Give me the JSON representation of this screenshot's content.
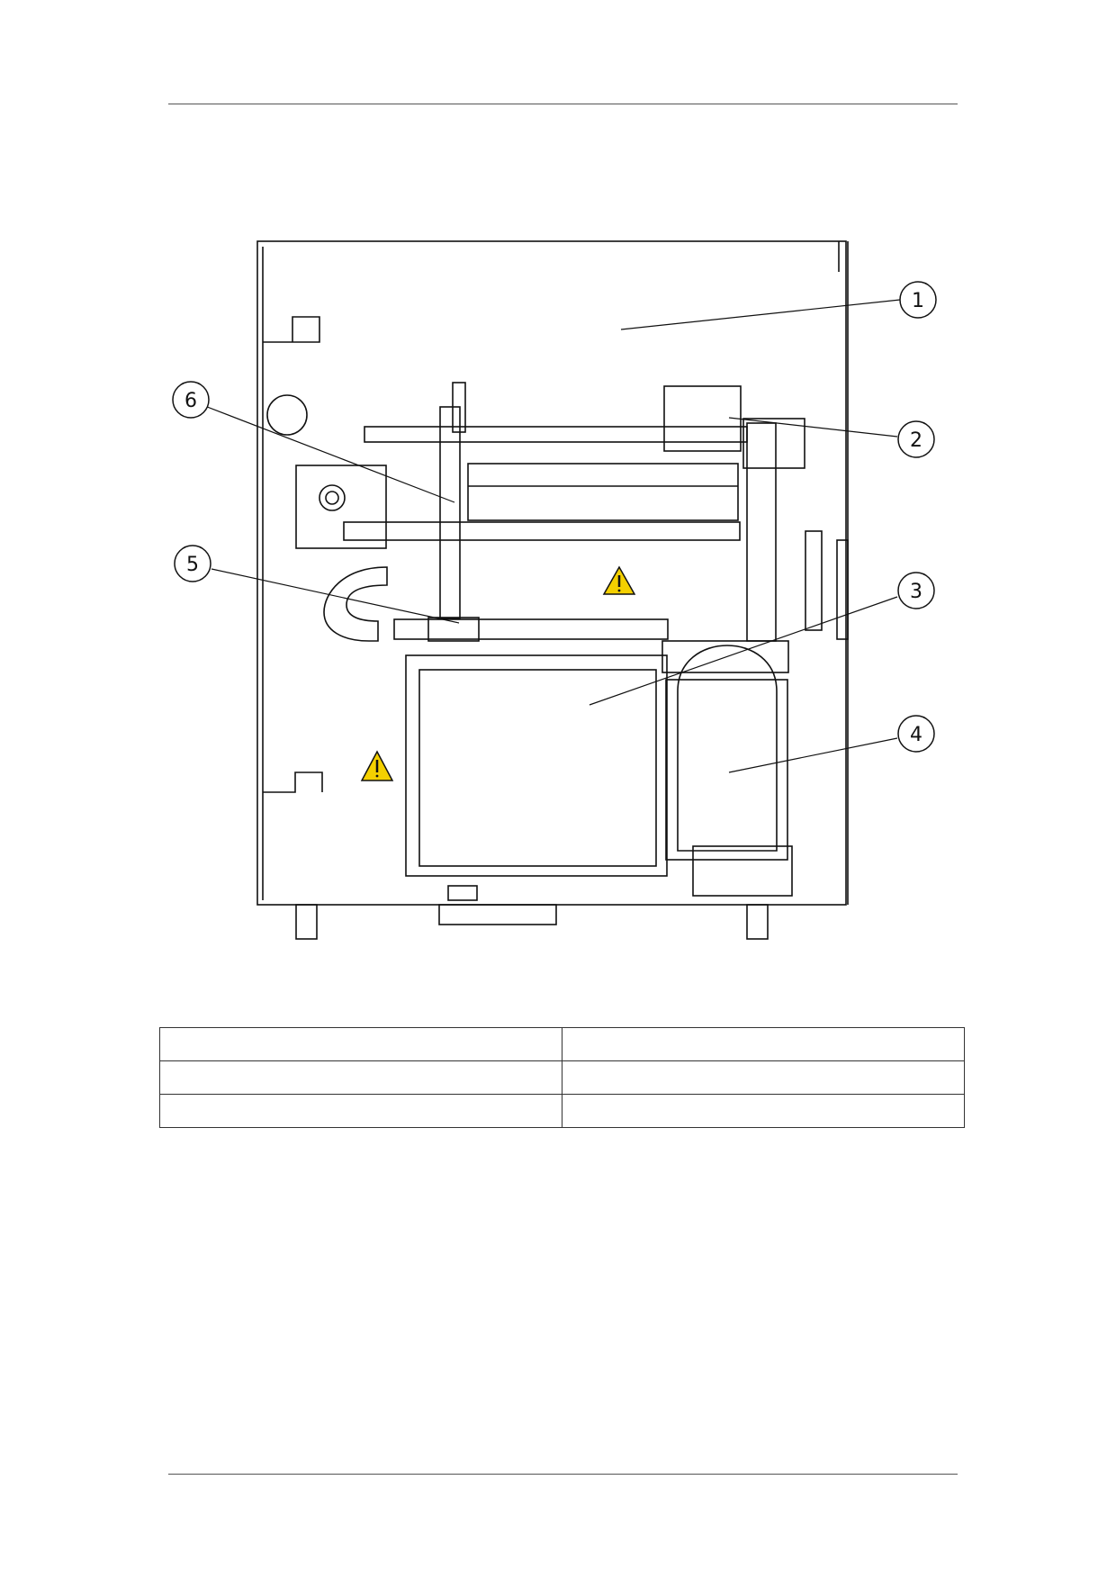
{
  "diagram": {
    "callouts": [
      {
        "label": "1"
      },
      {
        "label": "2"
      },
      {
        "label": "3"
      },
      {
        "label": "4"
      },
      {
        "label": "5"
      },
      {
        "label": "6"
      }
    ],
    "warning_icon": "warning-triangle-icon"
  },
  "table": {
    "rows": [
      [
        "",
        ""
      ],
      [
        "",
        ""
      ],
      [
        "",
        ""
      ]
    ]
  }
}
